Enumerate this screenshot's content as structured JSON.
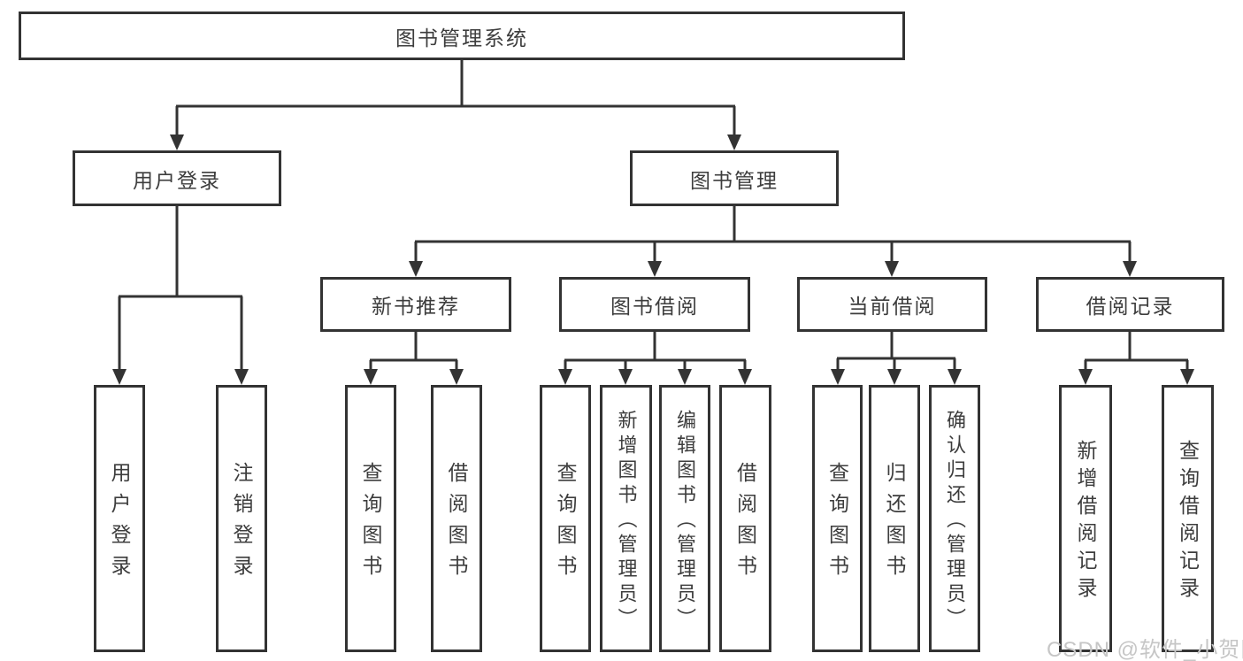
{
  "diagram": {
    "root": {
      "label": "图书管理系统"
    },
    "branches": [
      {
        "label": "用户登录",
        "children": [
          {
            "label": "用户登录"
          },
          {
            "label": "注销登录"
          }
        ]
      },
      {
        "label": "图书管理",
        "children": [
          {
            "label": "新书推荐",
            "children": [
              {
                "label": "查询图书"
              },
              {
                "label": "借阅图书"
              }
            ]
          },
          {
            "label": "图书借阅",
            "children": [
              {
                "label": "查询图书"
              },
              {
                "label": "新增图书（管理员）"
              },
              {
                "label": "编辑图书（管理员）"
              },
              {
                "label": "借阅图书"
              }
            ]
          },
          {
            "label": "当前借阅",
            "children": [
              {
                "label": "查询图书"
              },
              {
                "label": "归还图书"
              },
              {
                "label": "确认归还（管理员）"
              }
            ]
          },
          {
            "label": "借阅记录",
            "children": [
              {
                "label": "新增借阅记录"
              },
              {
                "label": "查询借阅记录"
              }
            ]
          }
        ]
      }
    ]
  },
  "watermark": {
    "text": "CSDN @软件_小贺同学"
  },
  "colors": {
    "line": "#333333",
    "text": "#3d3d3d",
    "watermark": "#c6c6c6",
    "background": "#ffffff"
  }
}
